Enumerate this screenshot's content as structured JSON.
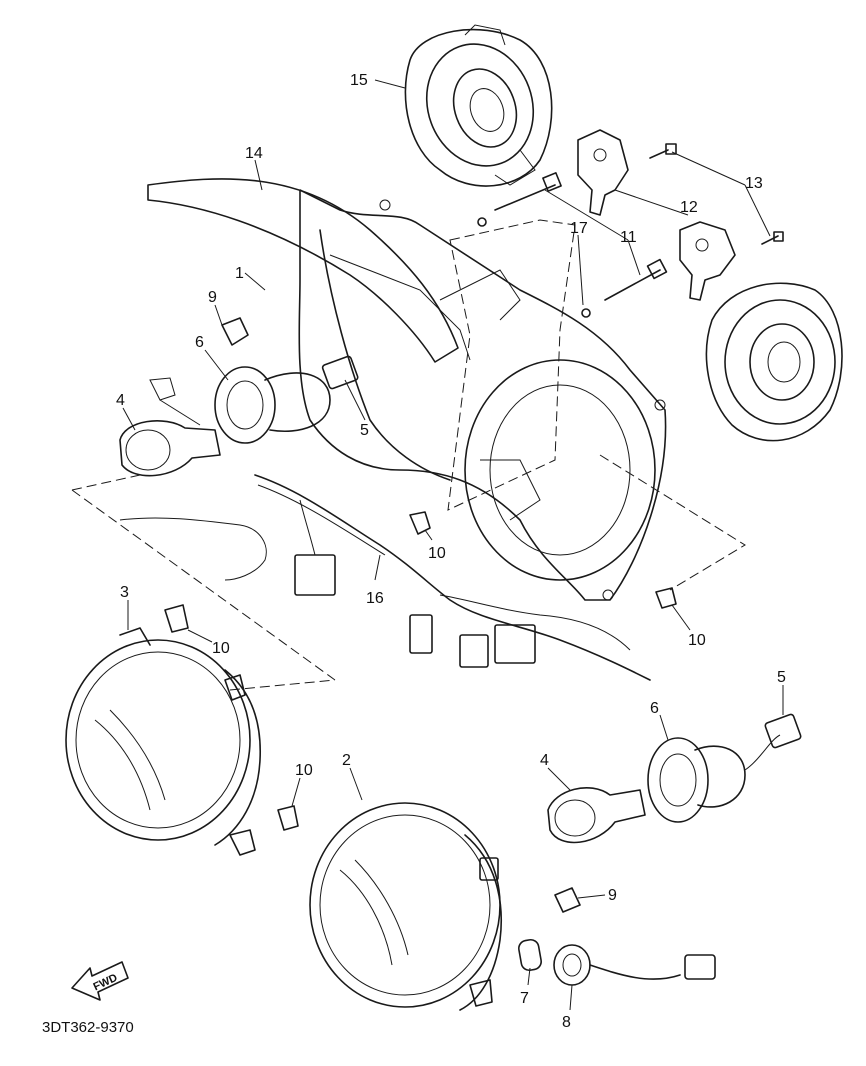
{
  "diagram": {
    "part_numbers": {
      "p1": "1",
      "p2": "2",
      "p3": "3",
      "p4a": "4",
      "p4b": "4",
      "p5a": "5",
      "p5b": "5",
      "p6a": "6",
      "p6b": "6",
      "p7": "7",
      "p8": "8",
      "p9a": "9",
      "p9b": "9",
      "p10a": "10",
      "p10b": "10",
      "p10c": "10",
      "p10d": "10",
      "p11": "11",
      "p12": "12",
      "p13": "13",
      "p14": "14",
      "p15": "15",
      "p16": "16",
      "p17": "17"
    },
    "fwd_label": "FWD",
    "catalog_code": "3DT362-9370"
  }
}
